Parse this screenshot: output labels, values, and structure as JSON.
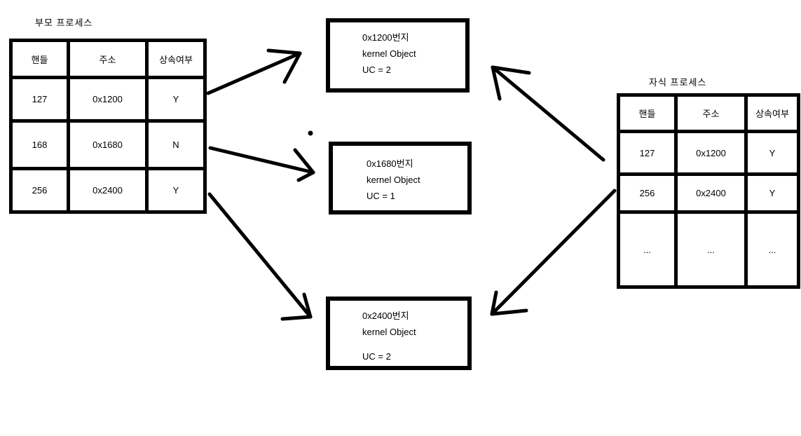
{
  "colors": {
    "ink": "#000000",
    "background": "#ffffff"
  },
  "parent_process": {
    "title": "부모 프로세스",
    "columns": [
      "핸들",
      "주소",
      "상속여부"
    ],
    "rows": [
      [
        "127",
        "0x1200",
        "Y"
      ],
      [
        "168",
        "0x1680",
        "N"
      ],
      [
        "256",
        "0x2400",
        "Y"
      ]
    ]
  },
  "child_process": {
    "title": "자식 프로세스",
    "columns": [
      "핸들",
      "주소",
      "상속여부"
    ],
    "rows": [
      [
        "127",
        "0x1200",
        "Y"
      ],
      [
        "256",
        "0x2400",
        "Y"
      ],
      [
        "...",
        "...",
        "..."
      ]
    ]
  },
  "kernel_objects": [
    {
      "address_line": "0x1200번지",
      "type_line": "kernel Object",
      "uc_line": "UC = 2"
    },
    {
      "address_line": "0x1680번지",
      "type_line": "kernel Object",
      "uc_line": "UC = 1"
    },
    {
      "address_line": "0x2400번지",
      "type_line": "kernel Object",
      "uc_line": "UC = 2"
    }
  ]
}
